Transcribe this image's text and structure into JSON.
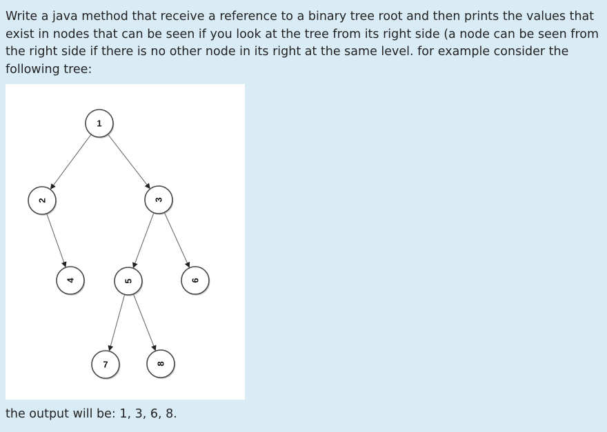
{
  "question": {
    "text": "Write a java method that receive a reference to a binary tree root and then prints the values that exist in nodes that can be seen if you look at the tree from its right side (a node can be seen from the right side if there is no other node in its right at the same level. for example consider the following tree:"
  },
  "tree": {
    "nodes": [
      {
        "id": "1",
        "label": "1"
      },
      {
        "id": "2",
        "label": "2"
      },
      {
        "id": "3",
        "label": "3"
      },
      {
        "id": "4",
        "label": "4"
      },
      {
        "id": "5",
        "label": "5"
      },
      {
        "id": "6",
        "label": "6"
      },
      {
        "id": "7",
        "label": "7"
      },
      {
        "id": "8",
        "label": "8"
      }
    ],
    "edges": [
      {
        "from": "1",
        "to": "2"
      },
      {
        "from": "1",
        "to": "3"
      },
      {
        "from": "2",
        "to": "4"
      },
      {
        "from": "3",
        "to": "5"
      },
      {
        "from": "3",
        "to": "6"
      },
      {
        "from": "5",
        "to": "7"
      },
      {
        "from": "5",
        "to": "8"
      }
    ]
  },
  "output": {
    "text": "the output will be: 1, 3, 6, 8."
  }
}
